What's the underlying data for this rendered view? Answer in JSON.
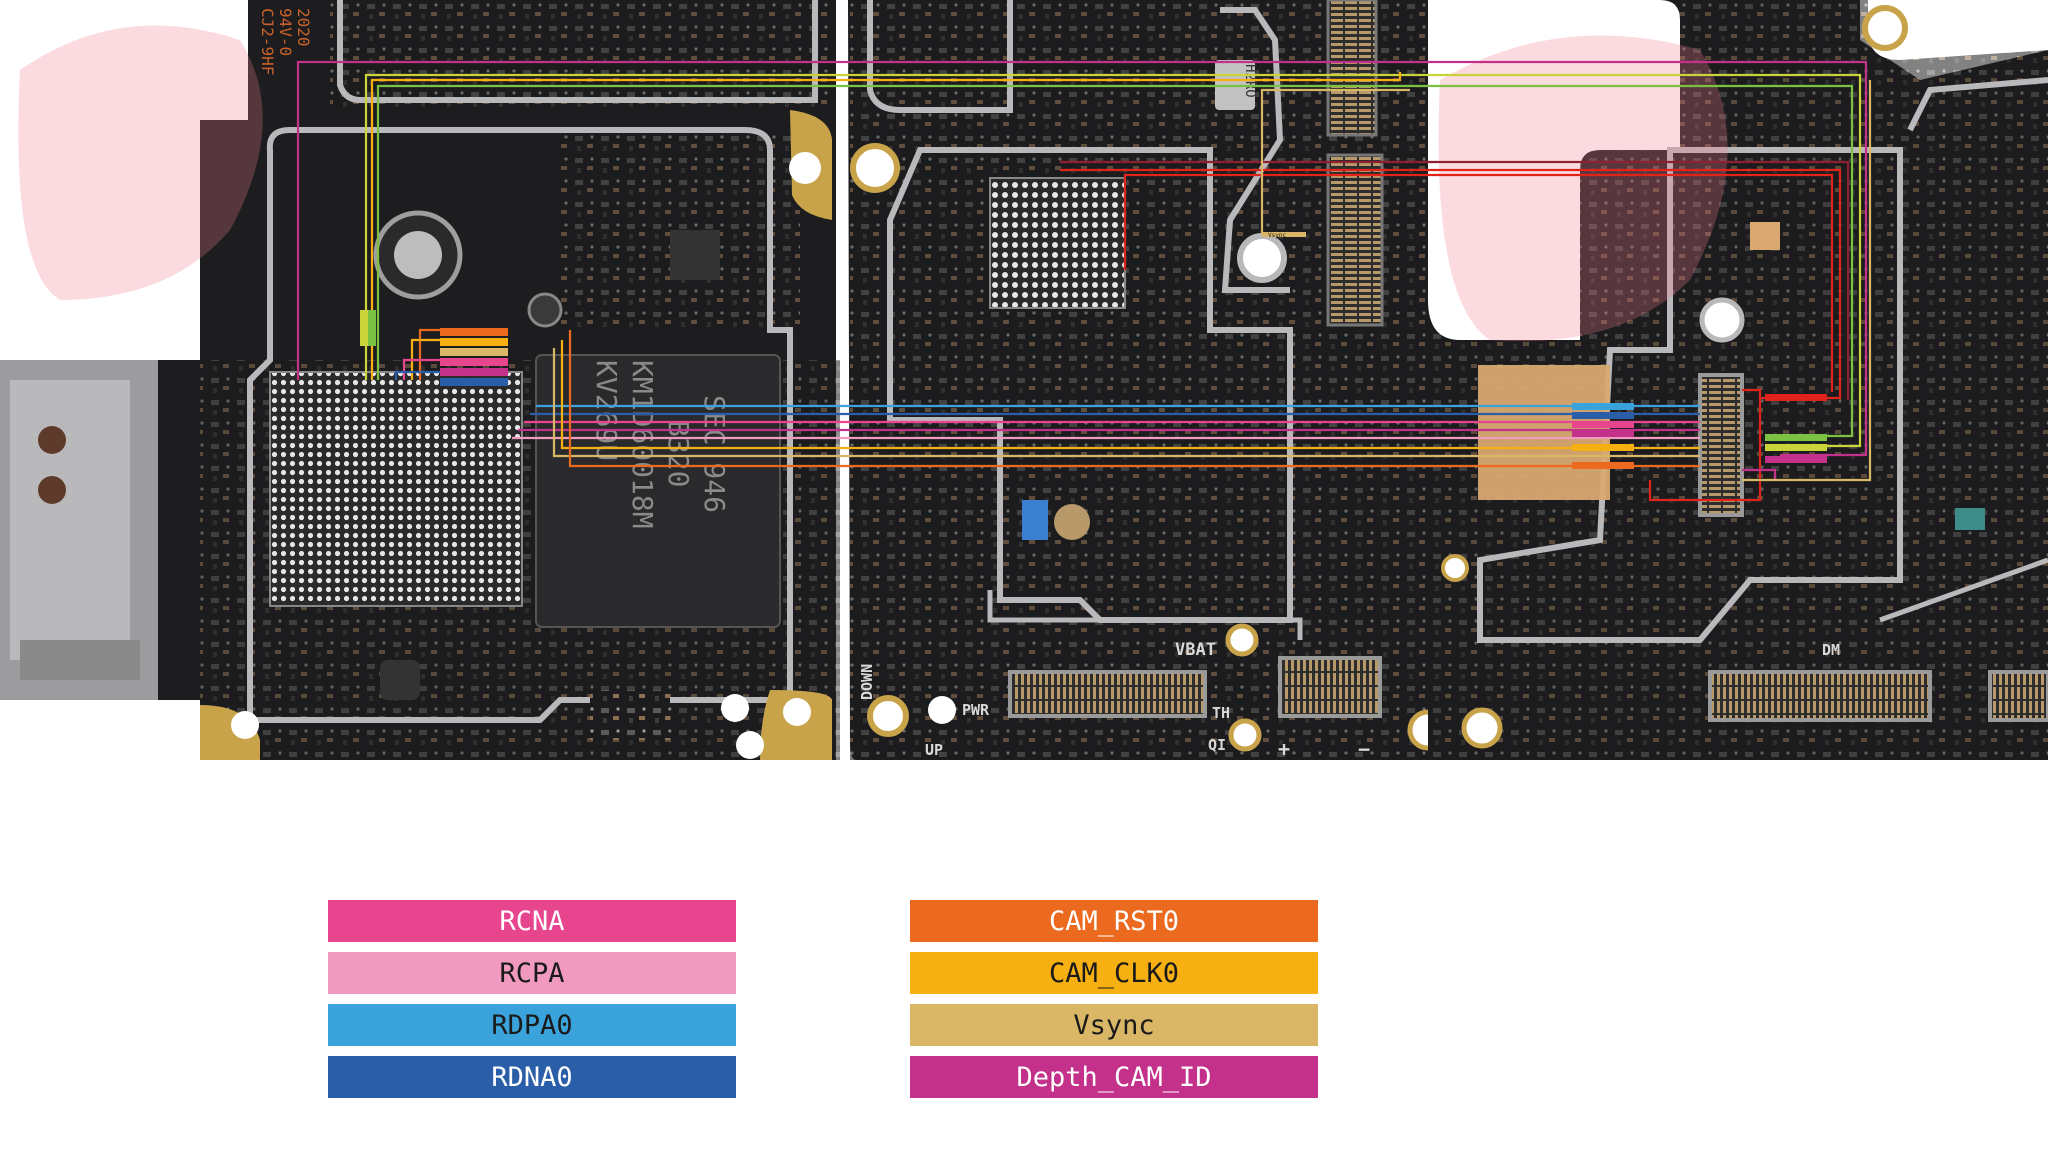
{
  "board_markings": {
    "left_vertical_1": "CJ2-9HF",
    "left_vertical_2": "94V-0",
    "left_vertical_3": "2020",
    "chip_line_1": "SEC 946",
    "chip_line_2": "B320",
    "chip_line_3": "KM1D60018M",
    "chip_line_4": "KV269U",
    "label_vbat": "VBAT",
    "label_pwr": "PWR",
    "label_th": "TH",
    "label_qi": "QI",
    "label_up": "UP",
    "label_down": "DOWN",
    "label_plus": "+",
    "label_minus": "−",
    "label_dm": "DM",
    "crystal": "H2RO",
    "small_vsync": "Vsync"
  },
  "legend": {
    "left": [
      {
        "label": "RCNA",
        "color": "#e8458f",
        "text_color": "#ffffff"
      },
      {
        "label": "RCPA",
        "color": "#f19ac0",
        "text_color": "#1a1a1a"
      },
      {
        "label": "RDPA0",
        "color": "#3aa3dc",
        "text_color": "#1a1a1a"
      },
      {
        "label": "RDNA0",
        "color": "#2b5ea8",
        "text_color": "#ffffff"
      }
    ],
    "right": [
      {
        "label": "CAM_RST0",
        "color": "#ec6a1f",
        "text_color": "#ffffff"
      },
      {
        "label": "CAM_CLK0",
        "color": "#f7b012",
        "text_color": "#1a1a1a"
      },
      {
        "label": "Vsync",
        "color": "#d9b767",
        "text_color": "#1a1a1a"
      },
      {
        "label": "Depth_CAM_ID",
        "color": "#c4318a",
        "text_color": "#ffffff"
      }
    ]
  },
  "trace_colors": {
    "pink_hot": "#e8458f",
    "pink_light": "#f19ac0",
    "blue_light": "#3aa3dc",
    "blue_dark": "#2b5ea8",
    "orange": "#ec6a1f",
    "yellow": "#f7b012",
    "tan": "#d9b767",
    "magenta": "#c4318a",
    "red": "#e0241b",
    "green": "#7cc242",
    "lime": "#c9d43a",
    "darkred": "#8e2030"
  }
}
